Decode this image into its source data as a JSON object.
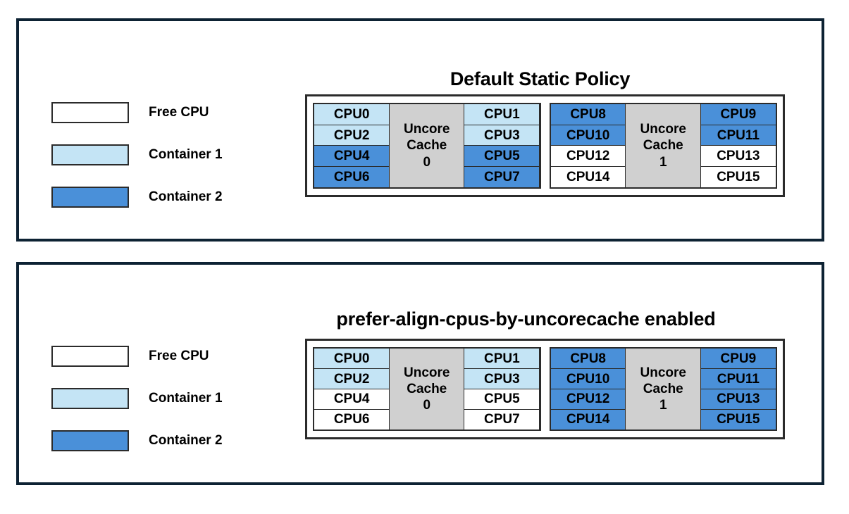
{
  "colors": {
    "free_cpu": "#ffffff",
    "container1": "#c4e4f5",
    "container2": "#4a90d9",
    "uncore_cache": "#d0d0d0",
    "panel_border": "#0d2233",
    "cell_border": "#2b2b2b"
  },
  "legend": {
    "items": [
      {
        "label": "Free CPU",
        "fill": "free"
      },
      {
        "label": "Container 1",
        "fill": "c1"
      },
      {
        "label": "Container 2",
        "fill": "c2"
      }
    ]
  },
  "panels": [
    {
      "id": "default-static-policy",
      "title": "Default Static Policy",
      "legend_items": [
        {
          "label": "Free CPU",
          "fill": "free"
        },
        {
          "label": "Container 1",
          "fill": "c1"
        },
        {
          "label": "Container 2",
          "fill": "c2"
        }
      ],
      "cache_groups": [
        {
          "cache_label_line1": "Uncore",
          "cache_label_line2": "Cache",
          "cache_label_line3": "0",
          "left_column": [
            {
              "label": "CPU0",
              "fill": "c1"
            },
            {
              "label": "CPU2",
              "fill": "c1"
            },
            {
              "label": "CPU4",
              "fill": "c2"
            },
            {
              "label": "CPU6",
              "fill": "c2"
            }
          ],
          "right_column": [
            {
              "label": "CPU1",
              "fill": "c1"
            },
            {
              "label": "CPU3",
              "fill": "c1"
            },
            {
              "label": "CPU5",
              "fill": "c2"
            },
            {
              "label": "CPU7",
              "fill": "c2"
            }
          ]
        },
        {
          "cache_label_line1": "Uncore",
          "cache_label_line2": "Cache",
          "cache_label_line3": "1",
          "left_column": [
            {
              "label": "CPU8",
              "fill": "c2"
            },
            {
              "label": "CPU10",
              "fill": "c2"
            },
            {
              "label": "CPU12",
              "fill": "free"
            },
            {
              "label": "CPU14",
              "fill": "free"
            }
          ],
          "right_column": [
            {
              "label": "CPU9",
              "fill": "c2"
            },
            {
              "label": "CPU11",
              "fill": "c2"
            },
            {
              "label": "CPU13",
              "fill": "free"
            },
            {
              "label": "CPU15",
              "fill": "free"
            }
          ]
        }
      ]
    },
    {
      "id": "prefer-align-cpus-by-uncorecache-enabled",
      "title": "prefer-align-cpus-by-uncorecache enabled",
      "legend_items": [
        {
          "label": "Free CPU",
          "fill": "free"
        },
        {
          "label": "Container 1",
          "fill": "c1"
        },
        {
          "label": "Container 2",
          "fill": "c2"
        }
      ],
      "cache_groups": [
        {
          "cache_label_line1": "Uncore",
          "cache_label_line2": "Cache",
          "cache_label_line3": "0",
          "left_column": [
            {
              "label": "CPU0",
              "fill": "c1"
            },
            {
              "label": "CPU2",
              "fill": "c1"
            },
            {
              "label": "CPU4",
              "fill": "free"
            },
            {
              "label": "CPU6",
              "fill": "free"
            }
          ],
          "right_column": [
            {
              "label": "CPU1",
              "fill": "c1"
            },
            {
              "label": "CPU3",
              "fill": "c1"
            },
            {
              "label": "CPU5",
              "fill": "free"
            },
            {
              "label": "CPU7",
              "fill": "free"
            }
          ]
        },
        {
          "cache_label_line1": "Uncore",
          "cache_label_line2": "Cache",
          "cache_label_line3": "1",
          "left_column": [
            {
              "label": "CPU8",
              "fill": "c2"
            },
            {
              "label": "CPU10",
              "fill": "c2"
            },
            {
              "label": "CPU12",
              "fill": "c2"
            },
            {
              "label": "CPU14",
              "fill": "c2"
            }
          ],
          "right_column": [
            {
              "label": "CPU9",
              "fill": "c2"
            },
            {
              "label": "CPU11",
              "fill": "c2"
            },
            {
              "label": "CPU13",
              "fill": "c2"
            },
            {
              "label": "CPU15",
              "fill": "c2"
            }
          ]
        }
      ]
    }
  ]
}
